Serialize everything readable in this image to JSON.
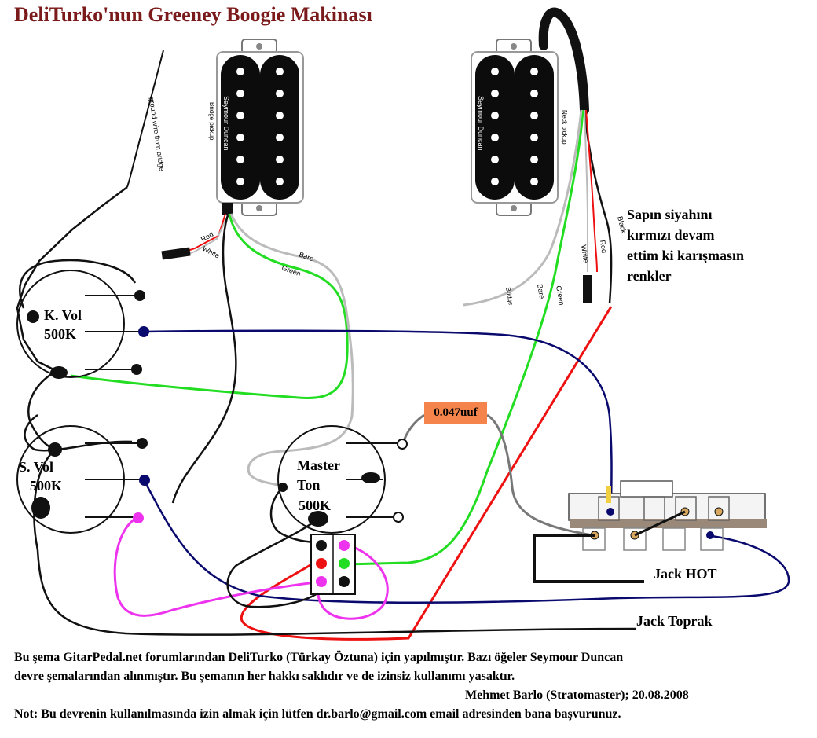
{
  "title": "DeliTurko'nun Greeney Boogie Makinası",
  "pickups": {
    "bridge": {
      "brand": "Seymour Duncan",
      "name": "Bridge pickup"
    },
    "neck": {
      "brand": "Seymour Duncan",
      "name": "Neck pickup"
    }
  },
  "wire_labels": {
    "ground_from_bridge": "ground wire from bridge",
    "bridge_red": "Red",
    "bridge_white": "White",
    "bridge_bare": "Bare",
    "bridge_green": "Green",
    "neck_black": "Black",
    "neck_red": "Red",
    "neck_white": "White",
    "neck_green": "Green",
    "neck_bare": "Bare",
    "to_bridge": "Bridge"
  },
  "pots": {
    "k_vol": {
      "name": "K. Vol",
      "value": "500K"
    },
    "s_vol": {
      "name": "S. Vol",
      "value": "500K"
    },
    "master": {
      "name1": "Master",
      "name2": "Ton",
      "value": "500K"
    }
  },
  "capacitor": "0.047uuf",
  "note_lines": [
    "Sapın siyahını",
    "kırmızı devam",
    "ettim ki karışmasın",
    "renkler"
  ],
  "jack": {
    "hot": "Jack HOT",
    "ground": "Jack Toprak"
  },
  "footer": {
    "line1": "Bu şema GitarPedal.net forumlarından DeliTurko (Türkay Öztuna) için yapılmıştır. Bazı öğeler Seymour Duncan",
    "line2": "devre şemalarından alınmıştır. Bu şemanın her hakkı saklıdır ve de izinsiz kullanımı yasaktır.",
    "author": "Mehmet Barlo (Stratomaster); 20.08.2008",
    "note": "Not: Bu devrenin kullanılmasında izin almak için lütfen dr.barlo@gmail.com email adresinden bana başvurunuz."
  },
  "colors": {
    "title": "#7a1a1a",
    "capacitor": "#f4844c",
    "wire_blue": "#0a0a6e",
    "wire_green": "#22dd22",
    "wire_red": "#ee1111",
    "wire_magenta": "#ee33ee",
    "wire_gray": "#bbbbbb"
  }
}
